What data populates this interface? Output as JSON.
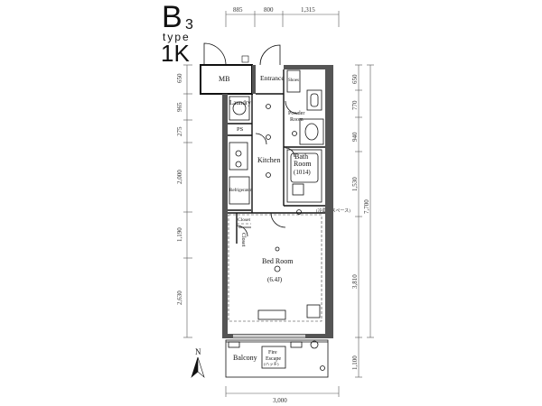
{
  "heading": {
    "letter": "B",
    "number": "3",
    "type_word": "type",
    "layout": "1K"
  },
  "rooms": {
    "mb": "MB",
    "entrance": "Entrance",
    "shoes": "Shoes",
    "laundry": "Laundry",
    "ps": "PS",
    "powder_room": [
      "Powder",
      "Room"
    ],
    "kitchen": "Kitchen",
    "bath_room": [
      "Bath",
      "Room"
    ],
    "bath_size": "(1014)",
    "refrigerator": "Refrigerator",
    "closet_small": "Closet",
    "closet": "Closet",
    "bed_room": "Bed Room",
    "bed_size": "(6.4J)",
    "balcony": "Balcony",
    "fire_escape": [
      "Fire",
      "Escape"
    ],
    "fire_escape_note": "(ハッチ)"
  },
  "dimensions": {
    "top": [
      "885",
      "800",
      "1,315"
    ],
    "left": [
      "650",
      "965",
      "275",
      "2,000",
      "1,190",
      "2,630"
    ],
    "right": [
      "650",
      "770",
      "940",
      "1,530",
      "7,700",
      "3,810"
    ],
    "right_note": "(冷蔵庫スペース)",
    "bottom": "3,000",
    "balcony": "1,100"
  },
  "compass": {
    "label": "N"
  }
}
